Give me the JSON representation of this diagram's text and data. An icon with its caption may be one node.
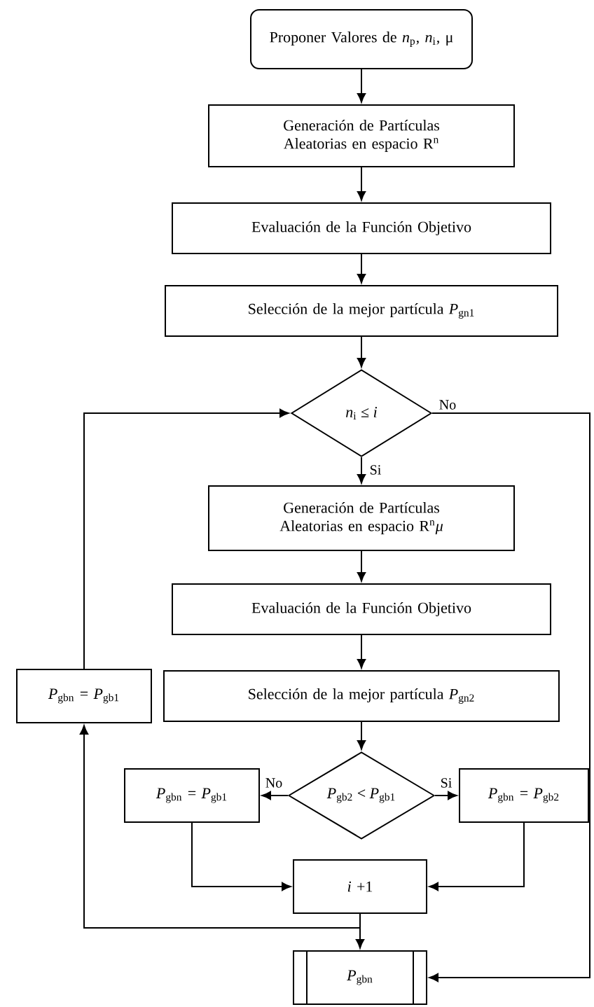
{
  "diagram": {
    "nodes": [
      {
        "text": [
          "Proponer Valores de *n*$_{p}$, *n*$_{i}$, μ"
        ]
      },
      {
        "text": [
          "Generación de Partículas Aleatorias en espacio R$^{n}$"
        ]
      },
      {
        "text": [
          "Evaluación de la Función Objetivo"
        ]
      },
      {
        "text": [
          "Selección de la mejor partícula *P*$_{gn1}$"
        ]
      },
      {
        "text": [
          "*n*$_{i}$ ≤ *i*"
        ]
      },
      {
        "text": [
          "Generación de Partículas Aleatorias en espacio R$^{n}$*μ*"
        ]
      },
      {
        "text": [
          "Evaluación de la Función Objetivo"
        ]
      },
      {
        "text": [
          "Selección de la mejor partícula *P*$_{gn2}$"
        ]
      },
      {
        "text": [
          "*P*$_{gbn}$ = *P*$_{gb1}$"
        ]
      },
      {
        "text": [
          "*P*$_{gb2}$ < *P*$_{gb1}$"
        ]
      },
      {
        "text": [
          "*P*$_{gbn}$ = *P*$_{gb1}$"
        ]
      },
      {
        "text": [
          "*P*$_{gbn}$ = *P*$_{gb2}$"
        ]
      },
      {
        "text": [
          "*i* +1"
        ]
      },
      {
        "text": [
          "*P*$_{gbn}$"
        ]
      }
    ],
    "edges": [
      {
        "from": 0,
        "to": 1,
        "arrow": "to"
      },
      {
        "from": 1,
        "to": 2,
        "arrow": "to"
      },
      {
        "from": 2,
        "to": 3,
        "arrow": "to"
      },
      {
        "from": 3,
        "to": 4,
        "arrow": "to"
      },
      {
        "from": 4,
        "to": 5,
        "arrow": "to",
        "label": "Si"
      },
      {
        "from": 5,
        "to": 6,
        "arrow": "to"
      },
      {
        "from": 6,
        "to": 7,
        "arrow": "to"
      },
      {
        "from": 7,
        "to": 9,
        "arrow": "to"
      },
      {
        "from": 9,
        "to": 10,
        "arrow": "to",
        "label": "No"
      },
      {
        "from": 9,
        "to": 11,
        "arrow": "to",
        "label": "Si"
      },
      {
        "from": 10,
        "to": 12,
        "arrow": "to"
      },
      {
        "from": 11,
        "to": 12,
        "arrow": "to"
      },
      {
        "from": 12,
        "to": 13,
        "arrow": "to"
      },
      {
        "from": 12,
        "to": 8,
        "arrow": "to"
      },
      {
        "from": 8,
        "to": 4,
        "arrow": "to"
      },
      {
        "from": 4,
        "to": 13,
        "arrow": "to",
        "label": "No"
      }
    ]
  }
}
